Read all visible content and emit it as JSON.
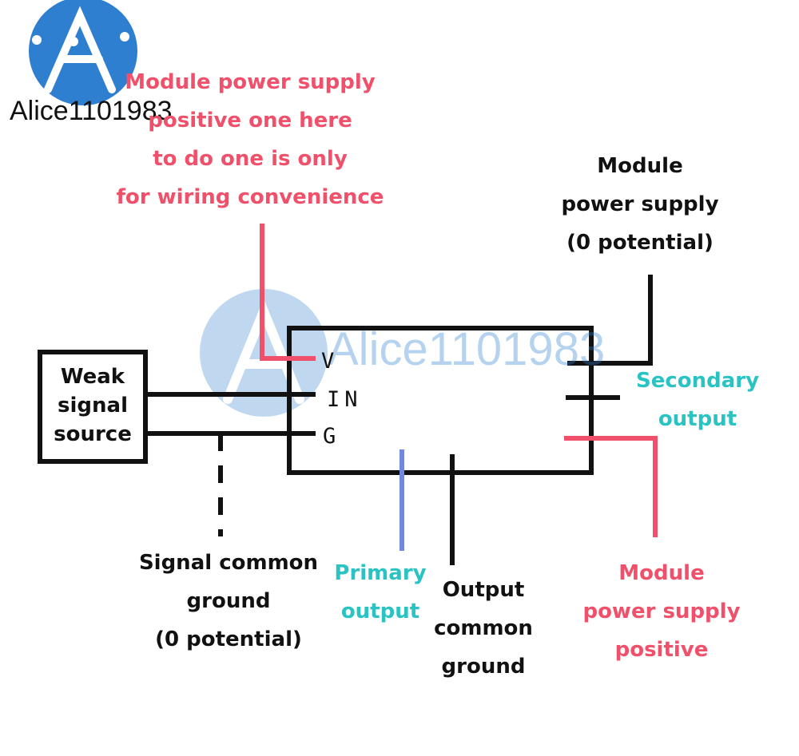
{
  "logo": {
    "text": "Alice1101983",
    "color": "#2f7fd0"
  },
  "watermark": {
    "text": "Alice1101983",
    "color": "#2f7fd0"
  },
  "module": {
    "pins": {
      "v": "V",
      "in": "IN",
      "g": "G"
    }
  },
  "source_box": {
    "lines": [
      "Weak",
      "signal",
      "source"
    ]
  },
  "labels": {
    "vplus_note": {
      "lines": [
        "Module power supply",
        "positive one here",
        "to do one is only",
        "for wiring convenience"
      ],
      "color": "#f0506a"
    },
    "module_gnd": {
      "lines": [
        "Module",
        "power supply",
        "(0 potential)"
      ],
      "color": "#111111"
    },
    "secondary_output": {
      "lines": [
        "Secondary",
        "output"
      ],
      "color": "#2ac3c3"
    },
    "signal_gnd": {
      "lines": [
        "Signal common",
        "ground",
        "(0 potential)"
      ],
      "color": "#111111"
    },
    "primary_output": {
      "lines": [
        "Primary",
        "output"
      ],
      "color": "#2ac3c3"
    },
    "output_gnd": {
      "lines": [
        "Output",
        "common",
        "ground"
      ],
      "color": "#111111"
    },
    "module_positive": {
      "lines": [
        "Module",
        "power supply",
        "positive"
      ],
      "color": "#f0506a"
    }
  },
  "wire_colors": {
    "black": "#111111",
    "red": "#f0506a",
    "blue": "#7088e0"
  }
}
